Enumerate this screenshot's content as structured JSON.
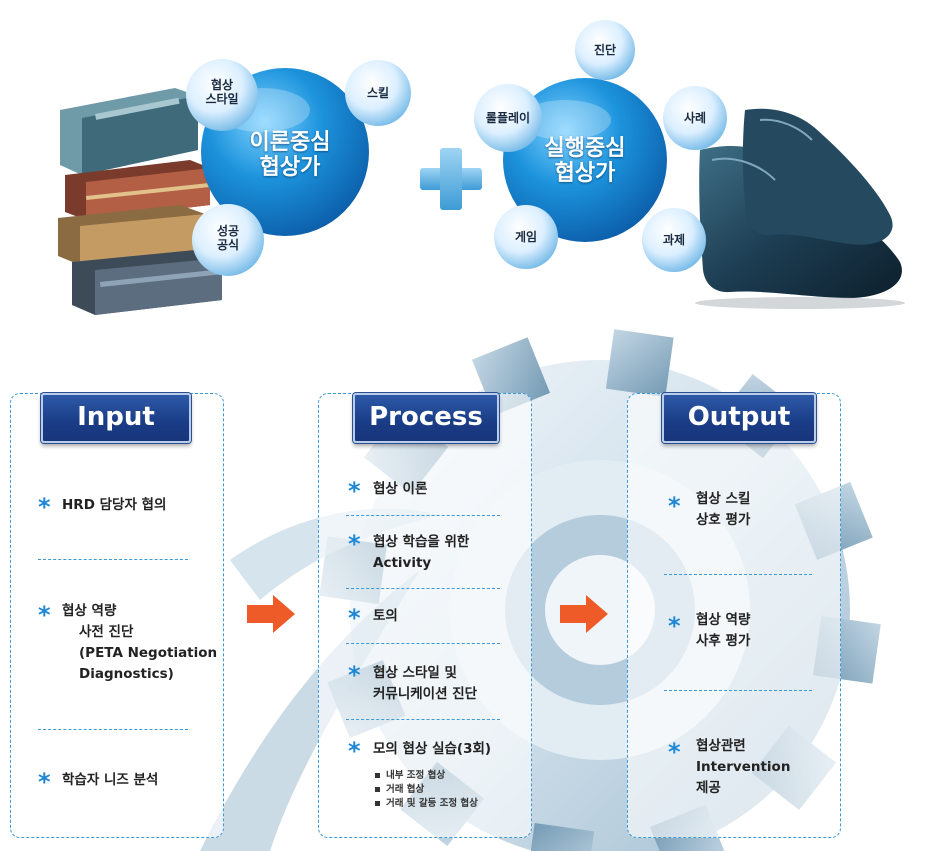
{
  "top": {
    "left_cluster": {
      "center": [
        "이론중심",
        "협상가"
      ],
      "satellites": [
        {
          "label": [
            "협상",
            "스타일"
          ]
        },
        {
          "label": [
            "스킬"
          ]
        },
        {
          "label": [
            "성공",
            "공식"
          ]
        }
      ]
    },
    "right_cluster": {
      "center": [
        "실행중심",
        "협상가"
      ],
      "satellites": [
        {
          "label": [
            "진단"
          ]
        },
        {
          "label": [
            "롤플레이"
          ]
        },
        {
          "label": [
            "사례"
          ]
        },
        {
          "label": [
            "게임"
          ]
        },
        {
          "label": [
            "과제"
          ]
        }
      ]
    }
  },
  "process": {
    "input": {
      "title": "Input",
      "items": [
        {
          "lines": [
            "HRD 담당자 협의"
          ]
        },
        {
          "lines": [
            "협상 역량",
            "사전 진단",
            "(PETA Negotiation",
            "Diagnostics)"
          ]
        },
        {
          "lines": [
            "학습자 니즈 분석"
          ]
        }
      ]
    },
    "process": {
      "title": "Process",
      "items": [
        {
          "lines": [
            "협상 이론"
          ]
        },
        {
          "lines": [
            "협상 학습을 위한",
            "Activity"
          ]
        },
        {
          "lines": [
            "토의"
          ]
        },
        {
          "lines": [
            "협상 스타일 및",
            "커뮤니케이션 진단"
          ]
        },
        {
          "lines": [
            "모의 협상 실습(3회)"
          ]
        }
      ],
      "subitems": [
        "내부 조정 협상",
        "거래 협상",
        "거래 및 갈등 조정 협상"
      ]
    },
    "output": {
      "title": "Output",
      "items": [
        {
          "lines": [
            "협상 스킬",
            "상호 평가"
          ]
        },
        {
          "lines": [
            "협상 역량",
            "사후 평가"
          ]
        },
        {
          "lines": [
            "협상관련",
            "Intervention",
            "제공"
          ]
        }
      ]
    }
  },
  "colors": {
    "header": "#1f4690",
    "accent": "#1e88d6",
    "arrow": "#ee5a28",
    "bubble": "#1f8fd8"
  },
  "icons": {
    "plus": "plus-icon",
    "star": "asterisk-icon",
    "arrow": "arrow-right-icon",
    "books": "books-illustration",
    "shoes": "shoes-illustration",
    "gear": "gear-illustration"
  }
}
